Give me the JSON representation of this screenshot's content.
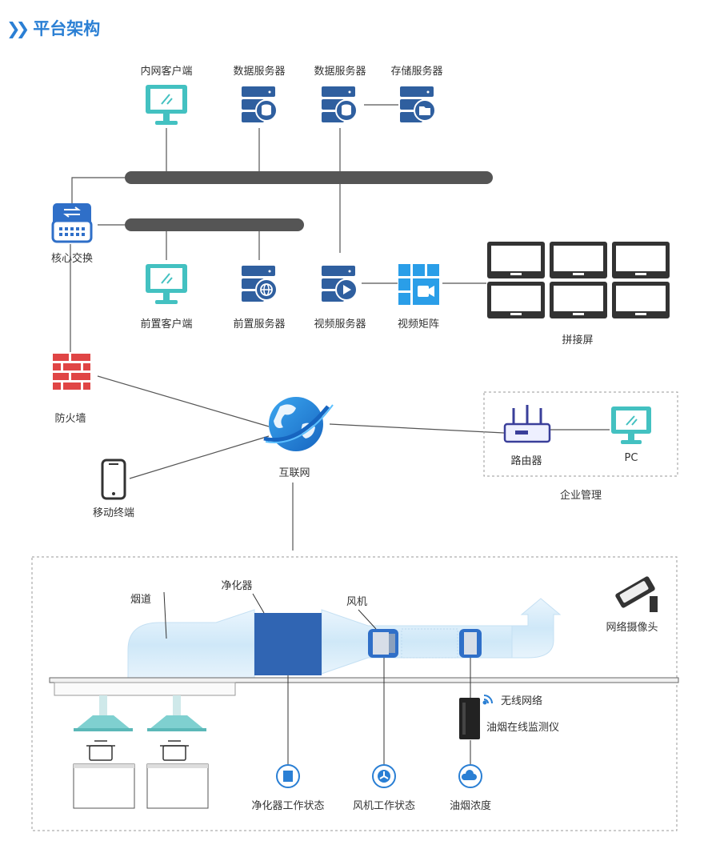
{
  "header": {
    "title": "平台架构"
  },
  "colors": {
    "accent": "#2a7fd4",
    "server_blue": "#2f5f9f",
    "client_teal": "#43c1c1",
    "firewall_red": "#e04545",
    "bus_gray": "#555555"
  },
  "labels": {
    "intranet_client": "内网客户端",
    "data_server_1": "数据服务器",
    "data_server_2": "数据服务器",
    "storage_server": "存储服务器",
    "core_switch": "核心交换",
    "front_client": "前置客户端",
    "front_server": "前置服务器",
    "video_server": "视频服务器",
    "video_matrix": "视频矩阵",
    "splice_screen": "拼接屏",
    "firewall": "防火墙",
    "internet": "互联网",
    "mobile": "移动终端",
    "router": "路由器",
    "pc": "PC",
    "enterprise": "企业管理",
    "duct": "烟道",
    "purifier": "净化器",
    "fan": "风机",
    "camera": "网络摄像头",
    "wireless": "无线网络",
    "monitor": "油烟在线监测仪",
    "purifier_status": "净化器工作状态",
    "fan_status": "风机工作状态",
    "smoke_density": "油烟浓度"
  }
}
